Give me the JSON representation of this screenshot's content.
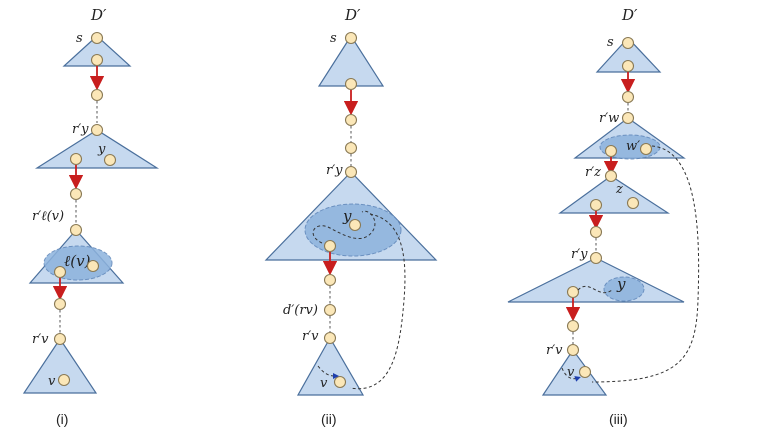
{
  "labels": {
    "p1_title": "D′",
    "p1_s": "s",
    "p1_ry": "r′y",
    "p1_y": "y",
    "p1_rl": "r′ℓ(v)",
    "p1_l": "ℓ(v)",
    "p1_rv": "r′v",
    "p1_v": "v",
    "p1_caption": "(i)",
    "p2_title": "D′",
    "p2_s": "s",
    "p2_ry": "r′y",
    "p2_y": "y",
    "p2_d": "d′(rv)",
    "p2_rv": "r′v",
    "p2_v": "v",
    "p2_caption": "(ii)",
    "p3_title": "D′",
    "p3_s": "s",
    "p3_rw": "r′w",
    "p3_w": "w′",
    "p3_rz": "r′z",
    "p3_z": "z",
    "p3_ry": "r′y",
    "p3_y": "y",
    "p3_rv": "r′v",
    "p3_v": "v",
    "p3_caption": "(iii)"
  },
  "colors": {
    "triangle_fill": "#c6d9ef",
    "blob_fill": "#8db3dd",
    "node_fill": "#fbe7b8",
    "arrow_red": "#c81e1e"
  }
}
